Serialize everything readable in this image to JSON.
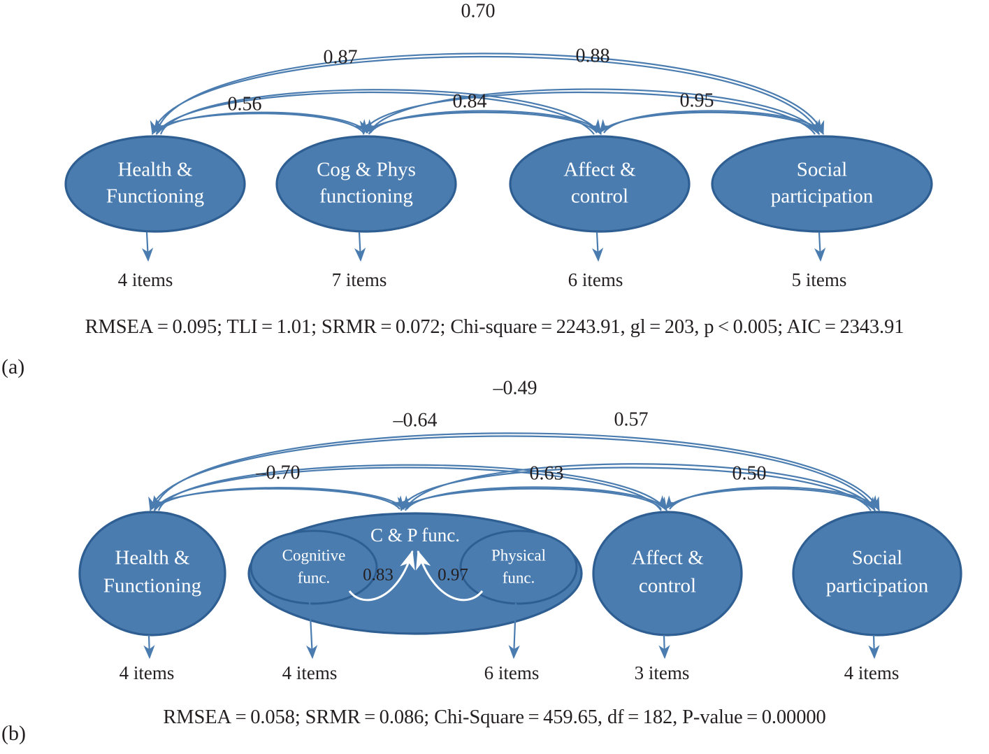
{
  "figure": {
    "type": "sem-path-diagram",
    "panels": [
      {
        "tag": "(a)",
        "nodes": [
          {
            "id": "hf",
            "lines": [
              "Health &",
              "Functioning"
            ],
            "items": "4 items"
          },
          {
            "id": "cpf",
            "lines": [
              "Cog & Phys",
              "functioning"
            ],
            "items": "7 items"
          },
          {
            "id": "ac",
            "lines": [
              "Affect &",
              "control"
            ],
            "items": "6 items"
          },
          {
            "id": "sp",
            "lines": [
              "Social",
              "participation"
            ],
            "items": "5 items"
          }
        ],
        "correlations": [
          {
            "from": "hf",
            "to": "sp",
            "value": "0.70",
            "tier": 3
          },
          {
            "from": "hf",
            "to": "ac",
            "value": "0.87",
            "tier": 2
          },
          {
            "from": "cpf",
            "to": "sp",
            "value": "0.88",
            "tier": 2
          },
          {
            "from": "hf",
            "to": "cpf",
            "value": "0.56",
            "tier": 1
          },
          {
            "from": "cpf",
            "to": "ac",
            "value": "0.84",
            "tier": 1
          },
          {
            "from": "ac",
            "to": "sp",
            "value": "0.95",
            "tier": 1
          }
        ],
        "stats": {
          "rmsea_label": "RMSEA",
          "rmsea_value": "0.095",
          "tli_label": "TLI",
          "tli_value": "1.01",
          "srmr_label": "SRMR",
          "srmr_value": "0.072",
          "chi_label": "Chi-square",
          "chi_value": "2243.91",
          "df_label": "gl",
          "df_value": "203",
          "p_label": "p",
          "p_value": "< 0.005",
          "aic_label": "AIC",
          "aic_value": "2343.91",
          "full": "RMSEA = 0.095; TLI = 1.01; SRMR = 0.072; Chi-square = 2243.91, gl = 203, p < 0.005; AIC = 2343.91"
        }
      },
      {
        "tag": "(b)",
        "nodes": [
          {
            "id": "hf",
            "lines": [
              "Health &",
              "Functioning"
            ],
            "items": "4 items"
          },
          {
            "id": "cpf",
            "lines": [
              "C & P func."
            ],
            "items": null
          },
          {
            "id": "cog",
            "lines": [
              "Cognitive",
              "func."
            ],
            "items": "4 items"
          },
          {
            "id": "phy",
            "lines": [
              "Physical",
              "func."
            ],
            "items": "6 items"
          },
          {
            "id": "ac",
            "lines": [
              "Affect &",
              "control"
            ],
            "items": "3 items"
          },
          {
            "id": "sp",
            "lines": [
              "Social",
              "participation"
            ],
            "items": "4 items"
          }
        ],
        "correlations": [
          {
            "from": "hf",
            "to": "sp",
            "value": "–0.49",
            "tier": 3
          },
          {
            "from": "hf",
            "to": "ac",
            "value": "–0.64",
            "tier": 2
          },
          {
            "from": "cpf",
            "to": "sp",
            "value": "0.57",
            "tier": 2
          },
          {
            "from": "hf",
            "to": "cpf",
            "value": "–0.70",
            "tier": 1
          },
          {
            "from": "cpf",
            "to": "ac",
            "value": "0.63",
            "tier": 1
          },
          {
            "from": "ac",
            "to": "sp",
            "value": "0.50",
            "tier": 1
          }
        ],
        "loadings": [
          {
            "from": "cog",
            "to": "cpf",
            "value": "0.83"
          },
          {
            "from": "phy",
            "to": "cpf",
            "value": "0.97"
          }
        ],
        "stats": {
          "rmsea_label": "RMSEA",
          "rmsea_value": "0.058",
          "srmr_label": "SRMR",
          "srmr_value": "0.086",
          "chi_label": "Chi-Square",
          "chi_value": "459.65",
          "df_label": "df",
          "df_value": "182",
          "p_label": "P-value",
          "p_value": "0.00000",
          "full": "RMSEA = 0.058; SRMR = 0.086; Chi-Square = 459.65, df = 182, P-value = 0.00000"
        }
      }
    ],
    "colors": {
      "node_fill": "#4a7cb0",
      "node_stroke": "#2f5f92",
      "arrow": "#4a7cb0",
      "node_text": "#ffffff",
      "label_text": "#231f20",
      "inner_arrow": "#ffffff",
      "background": "#ffffff"
    }
  }
}
